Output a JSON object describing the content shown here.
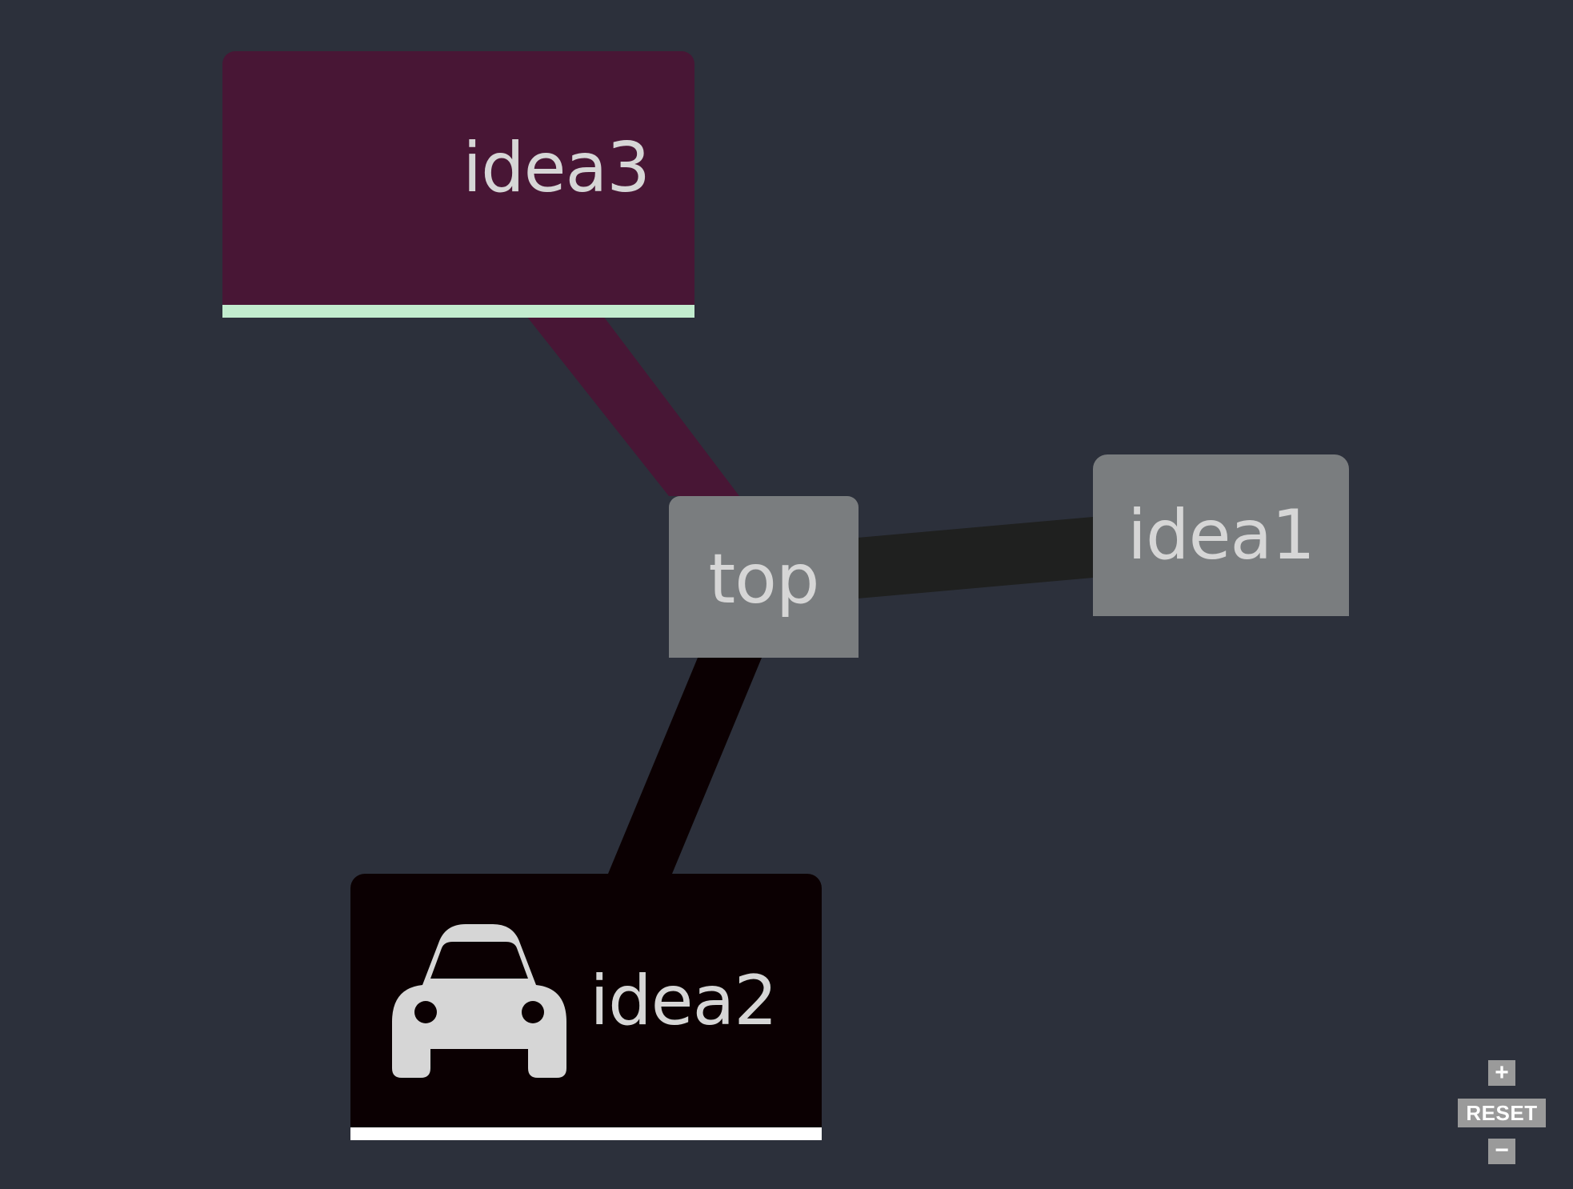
{
  "nodes": {
    "top": {
      "label": "top",
      "color": "#7a7d7f"
    },
    "idea1": {
      "label": "idea1",
      "color": "#7a7d7f"
    },
    "idea2": {
      "label": "idea2",
      "color": "#0b0002",
      "icon": "car-icon",
      "underline_color": "#ffffff"
    },
    "idea3": {
      "label": "idea3",
      "color": "#481635",
      "underline_color": "#c2ecce"
    }
  },
  "links": [
    {
      "from": "top",
      "to": "idea3",
      "color": "#481635"
    },
    {
      "from": "top",
      "to": "idea1",
      "color": "#1f201f"
    },
    {
      "from": "top",
      "to": "idea2",
      "color": "#0b0002"
    }
  ],
  "zoom_controls": {
    "zoom_in": "+",
    "reset": "RESET",
    "zoom_out": "−"
  },
  "colors": {
    "background": "#2c303b",
    "text": "#d6d6d6"
  }
}
